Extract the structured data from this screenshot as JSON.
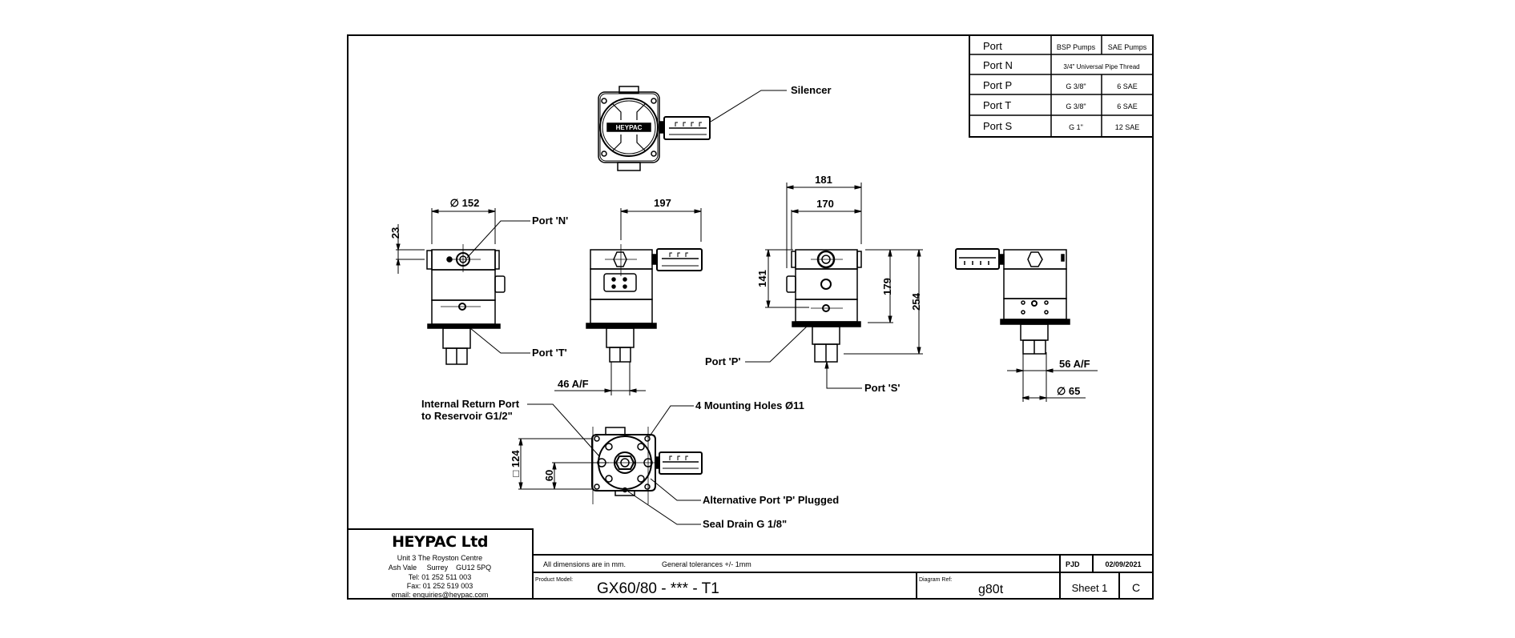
{
  "port_table": {
    "headers": [
      "Port",
      "BSP Pumps",
      "SAE Pumps"
    ],
    "rows": [
      {
        "port": "Port N",
        "merged": "3/4\" Universal  Pipe Thread"
      },
      {
        "port": "Port P",
        "bsp": "G 3/8\"",
        "sae": "6 SAE"
      },
      {
        "port": "Port T",
        "bsp": "G 3/8\"",
        "sae": "6 SAE"
      },
      {
        "port": "Port S",
        "bsp": "G 1\"",
        "sae": "12 SAE"
      }
    ]
  },
  "annotations": {
    "silencer": "Silencer",
    "port_n": "Port 'N'",
    "port_t": "Port 'T'",
    "port_p": "Port 'P'",
    "port_s": "Port 'S'",
    "internal_return_1": "Internal Return Port",
    "internal_return_2": "to Reservoir G1/2\"",
    "mounting_holes": "4 Mounting Holes Ø11",
    "alt_port_p": "Alternative Port 'P' Plugged",
    "seal_drain": "Seal Drain G 1/8\""
  },
  "dimensions": {
    "d152": "∅ 152",
    "d23": "23",
    "d197": "197",
    "d46": "46  A/F",
    "d181": "181",
    "d170": "170",
    "d141": "141",
    "d179": "179",
    "d254": "254",
    "d56": "56  A/F",
    "d65": "∅  65",
    "d124": "□ 124",
    "d60": "60"
  },
  "title_block": {
    "company": "HEYPAC Ltd",
    "address_1": "Unit 3 The Royston Centre",
    "address_2": "Ash Vale     Surrey    GU12 5PQ",
    "tel": "Tel: 01 252 511 003",
    "fax": "Fax: 01 252 519 003",
    "email": "email: enquiries@heypac.com",
    "note_units": "All dimensions are in mm.",
    "note_tolerance": "General tolerances +/- 1mm",
    "drawn_by": "PJD",
    "date": "02/09/2021",
    "product_model_label": "Product Model:",
    "product_model": "GX60/80 - *** - T1",
    "diagram_ref_label": "Diagram Ref:",
    "diagram_ref": "g80t",
    "sheet": "Sheet 1",
    "revision": "C"
  }
}
